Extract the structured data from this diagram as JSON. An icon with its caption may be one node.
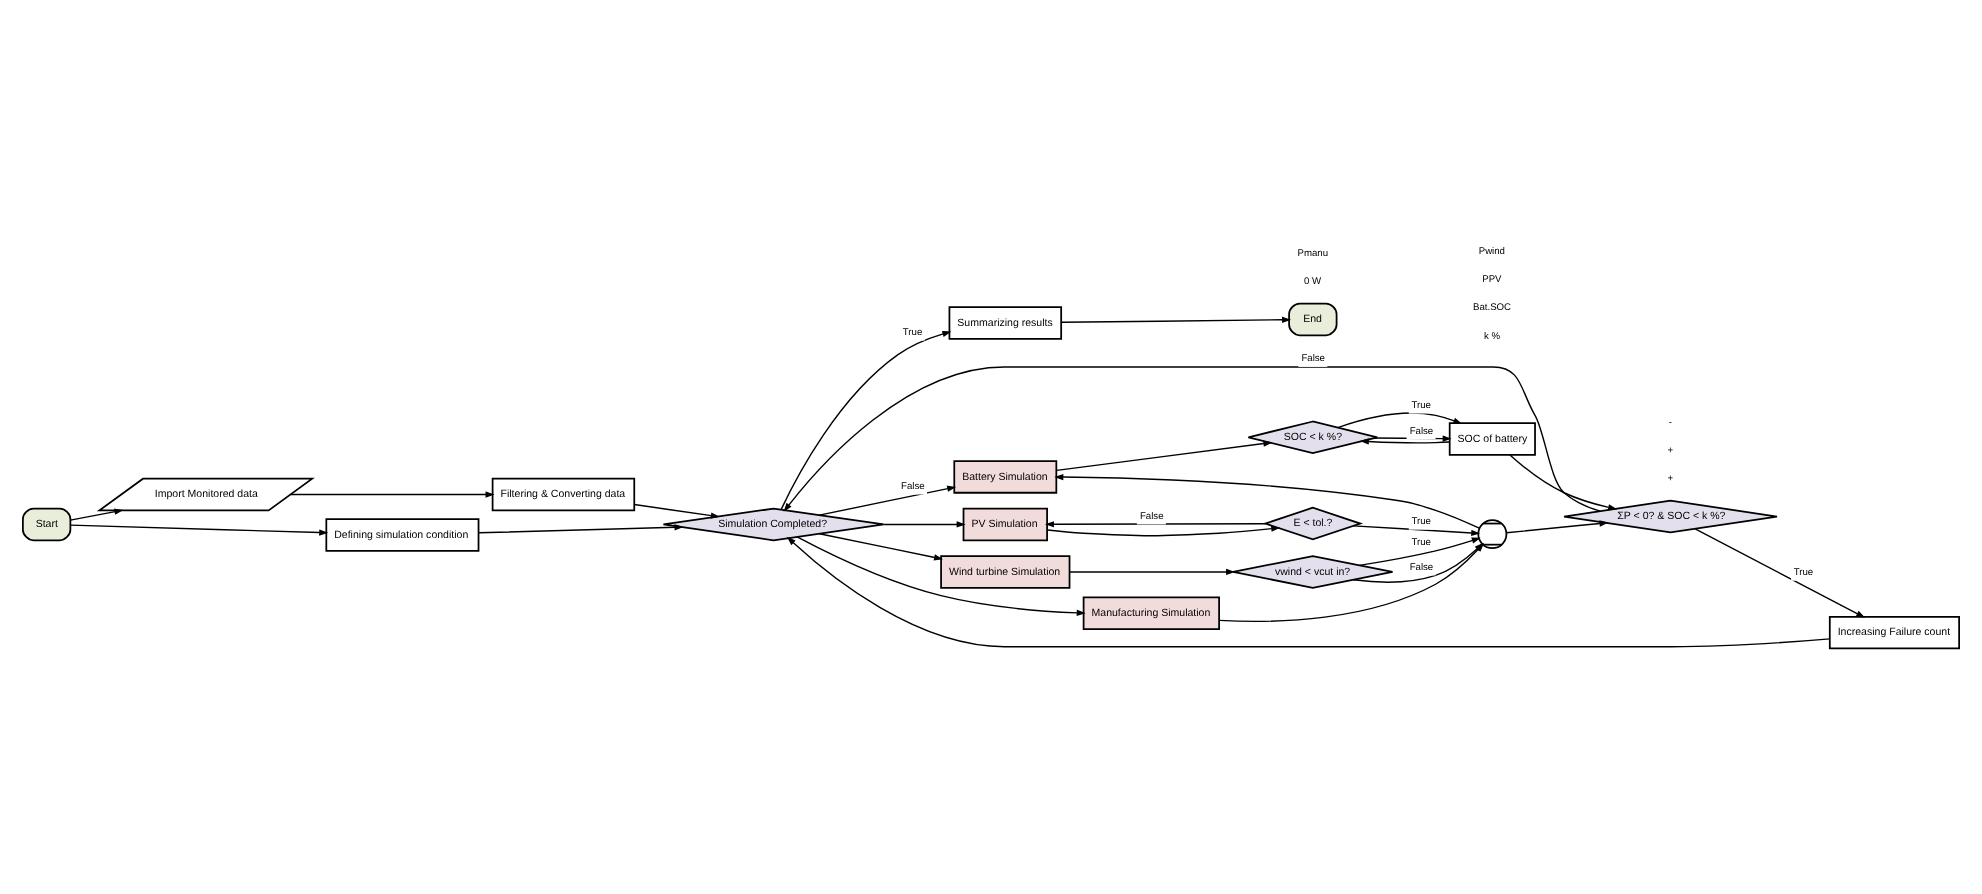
{
  "diagram": {
    "nodes": [
      {
        "text": [
          "Start"
        ]
      },
      {
        "text": [
          "Import Monitored data"
        ]
      },
      {
        "text": [
          "Defining simulation condition"
        ]
      },
      {
        "text": [
          "Filtering & Converting data"
        ]
      },
      {
        "text": [
          "Simulation Completed?"
        ]
      },
      {
        "text": [
          "Summarizing results"
        ]
      },
      {
        "text": [
          "End"
        ]
      },
      {
        "text": [
          "Battery Simulation"
        ]
      },
      {
        "text": [
          "SOC < k %?"
        ]
      },
      {
        "text": [
          "SOC of battery"
        ]
      },
      {
        "text": [
          "PV Simulation"
        ]
      },
      {
        "text": [
          "E < tol.?"
        ]
      },
      {
        "text": [
          "Wind turbine Simulation"
        ]
      },
      {
        "text": [
          "vwind < vcut in?"
        ]
      },
      {
        "text": [],
        "shape": "circle"
      },
      {
        "text": [
          "Manufacturing Simulation"
        ]
      },
      {
        "text": [
          "Increasing Failure count"
        ]
      },
      {
        "text": [
          "ΣP < 0? & SOC < k %?"
        ]
      }
    ],
    "edges": [
      {
        "from": 0,
        "to": 1,
        "arrow": "to"
      },
      {
        "from": 0,
        "to": 2,
        "arrow": "to"
      },
      {
        "from": 1,
        "to": 3,
        "arrow": "to"
      },
      {
        "from": 2,
        "to": 4,
        "arrow": "to"
      },
      {
        "from": 3,
        "to": 4,
        "arrow": "to"
      },
      {
        "from": 4,
        "to": 5,
        "arrow": "to",
        "label": "True"
      },
      {
        "from": 4,
        "to": 7,
        "arrow": "to",
        "label": "False"
      },
      {
        "from": 4,
        "to": 10,
        "arrow": "to"
      },
      {
        "from": 4,
        "to": 12,
        "arrow": "to"
      },
      {
        "from": 4,
        "to": 15,
        "arrow": "to"
      },
      {
        "from": 5,
        "to": 6,
        "arrow": "to"
      },
      {
        "from": 7,
        "to": 8,
        "arrow": "to"
      },
      {
        "from": 8,
        "to": 9,
        "arrow": "to",
        "label": "True"
      },
      {
        "from": 8,
        "to": 9,
        "arrow": "to",
        "label": "False"
      },
      {
        "from": 9,
        "to": 8,
        "arrow": "to"
      },
      {
        "from": 10,
        "to": 11,
        "arrow": "to"
      },
      {
        "from": 11,
        "to": 10,
        "arrow": "to",
        "label": "False"
      },
      {
        "from": 11,
        "to": 14,
        "arrow": "to",
        "label": "True"
      },
      {
        "from": 12,
        "to": 13,
        "arrow": "to"
      },
      {
        "from": 13,
        "to": 14,
        "arrow": "to",
        "label": "True"
      },
      {
        "from": 13,
        "to": 14,
        "arrow": "to",
        "label": "False"
      },
      {
        "from": 15,
        "to": 14,
        "arrow": "to"
      },
      {
        "from": 14,
        "to": 7,
        "arrow": "to"
      },
      {
        "from": 14,
        "to": 17,
        "arrow": "to"
      },
      {
        "from": 9,
        "to": 17,
        "arrow": "to"
      },
      {
        "from": 17,
        "to": 16,
        "arrow": "to",
        "label": "True"
      },
      {
        "from": 17,
        "to": 4,
        "arrow": "to",
        "label": "False"
      },
      {
        "from": 16,
        "to": 4,
        "arrow": "to"
      }
    ],
    "labels": [
      "k %",
      "Bat.SOC",
      "PPV",
      "Pwind",
      "0 W",
      "Pmanu",
      "+",
      "+",
      "-"
    ]
  }
}
